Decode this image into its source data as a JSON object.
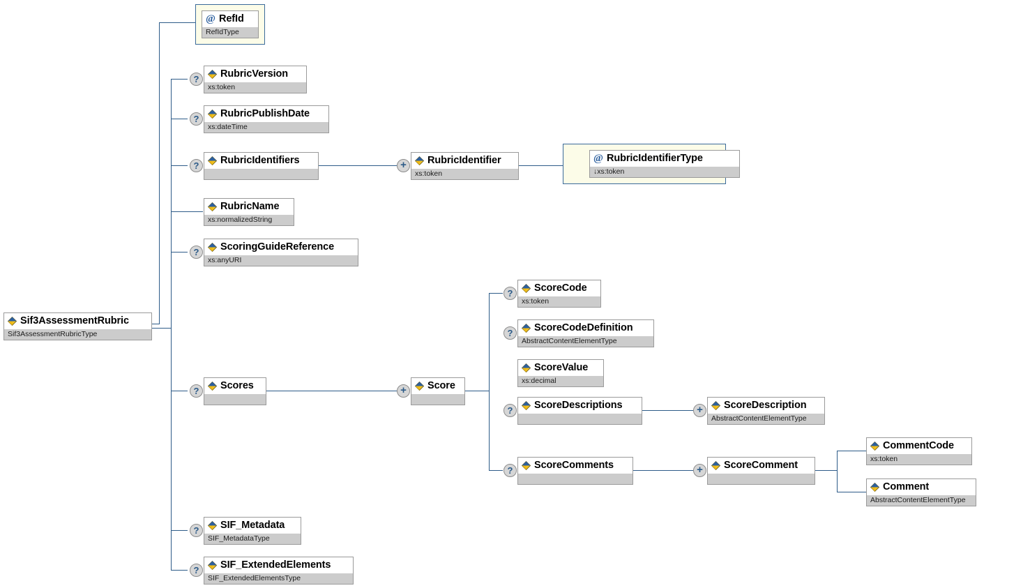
{
  "diagram": {
    "title": "Sif3AssessmentRubric",
    "root_type": "Sif3AssessmentRubricType",
    "line_color": "#2d5b88",
    "attr_frame_color": "#fcfce8",
    "type_bar_color": "#cccccc",
    "icons": {
      "element": "element-diamond-icon",
      "attribute": "at-sign-icon",
      "optional": "question-marker-icon",
      "repeating": "plus-marker-icon"
    }
  },
  "nodes": {
    "root": {
      "name": "Sif3AssessmentRubric",
      "type": "Sif3AssessmentRubricType",
      "kind": "element",
      "marker": ""
    },
    "refid": {
      "name": "RefId",
      "type": "RefIdType",
      "kind": "attribute",
      "marker": ""
    },
    "rubric_version": {
      "name": "RubricVersion",
      "type": "xs:token",
      "kind": "element",
      "marker": "?"
    },
    "rubric_publish_date": {
      "name": "RubricPublishDate",
      "type": "xs:dateTime",
      "kind": "element",
      "marker": "?"
    },
    "rubric_identifiers": {
      "name": "RubricIdentifiers",
      "type": "",
      "kind": "element",
      "marker": "?"
    },
    "rubric_identifier": {
      "name": "RubricIdentifier",
      "type": "xs:token",
      "kind": "element",
      "marker": "+"
    },
    "rubric_identifier_type": {
      "name": "RubricIdentifierType",
      "type": "↓xs:token",
      "kind": "attribute",
      "marker": "?"
    },
    "rubric_name": {
      "name": "RubricName",
      "type": "xs:normalizedString",
      "kind": "element",
      "marker": ""
    },
    "scoring_guide_reference": {
      "name": "ScoringGuideReference",
      "type": "xs:anyURI",
      "kind": "element",
      "marker": "?"
    },
    "scores": {
      "name": "Scores",
      "type": "",
      "kind": "element",
      "marker": "?"
    },
    "score": {
      "name": "Score",
      "type": "",
      "kind": "element",
      "marker": "+"
    },
    "score_code": {
      "name": "ScoreCode",
      "type": "xs:token",
      "kind": "element",
      "marker": "?"
    },
    "score_code_definition": {
      "name": "ScoreCodeDefinition",
      "type": "AbstractContentElementType",
      "kind": "element",
      "marker": "?"
    },
    "score_value": {
      "name": "ScoreValue",
      "type": "xs:decimal",
      "kind": "element",
      "marker": ""
    },
    "score_descriptions": {
      "name": "ScoreDescriptions",
      "type": "",
      "kind": "element",
      "marker": "?"
    },
    "score_description": {
      "name": "ScoreDescription",
      "type": "AbstractContentElementType",
      "kind": "element",
      "marker": "+"
    },
    "score_comments": {
      "name": "ScoreComments",
      "type": "",
      "kind": "element",
      "marker": "?"
    },
    "score_comment": {
      "name": "ScoreComment",
      "type": "",
      "kind": "element",
      "marker": "+"
    },
    "comment_code": {
      "name": "CommentCode",
      "type": "xs:token",
      "kind": "element",
      "marker": ""
    },
    "comment": {
      "name": "Comment",
      "type": "AbstractContentElementType",
      "kind": "element",
      "marker": ""
    },
    "sif_metadata": {
      "name": "SIF_Metadata",
      "type": "SIF_MetadataType",
      "kind": "element",
      "marker": "?"
    },
    "sif_extended_elements": {
      "name": "SIF_ExtendedElements",
      "type": "SIF_ExtendedElementsType",
      "kind": "element",
      "marker": "?"
    }
  }
}
